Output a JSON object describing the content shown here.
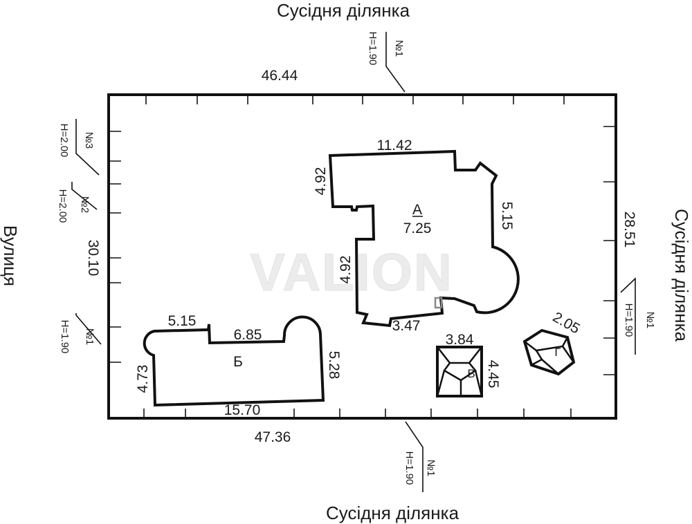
{
  "neighbors": {
    "top": "Сусідня ділянка",
    "bottom": "Сусідня ділянка",
    "right": "Сусідня ділянка"
  },
  "street": "Вулиця",
  "watermark": "VALION",
  "plot_sides": {
    "top": "46.44",
    "bottom": "47.36",
    "left": "30.10",
    "right": "28.51"
  },
  "fence_markers": [
    {
      "no": "№1",
      "height": "H=1.90"
    },
    {
      "no": "№3",
      "height": "H=2.00"
    },
    {
      "no": "№2",
      "height": "H=2.00"
    },
    {
      "no": "№1",
      "height": "H=1.90"
    },
    {
      "no": "№1",
      "height": "H=1.90"
    },
    {
      "no": "№1",
      "height": "H=1.90"
    }
  ],
  "buildings": {
    "a": {
      "letter": "А",
      "height": "7.25",
      "dims": [
        "11.42",
        "4.92",
        "5.15",
        "4.92",
        "3.47"
      ]
    },
    "b": {
      "letter": "Б",
      "dims": [
        "5.15",
        "6.85",
        "4.73",
        "5.28",
        "15.70"
      ]
    },
    "v": {
      "letter": "В",
      "dims": [
        "3.84",
        "4.45"
      ]
    },
    "g": {
      "letter": "Г",
      "dims": [
        "2.05"
      ]
    }
  }
}
